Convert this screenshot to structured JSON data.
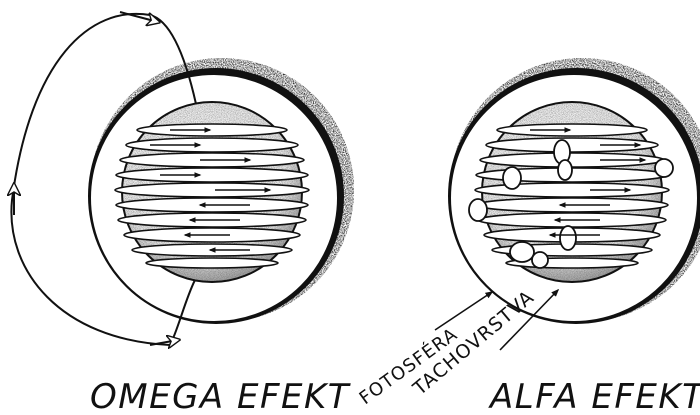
{
  "labels": {
    "left_caption": "OMEGA EFEKT",
    "right_caption": "ALFA EFEKT",
    "photosphere": "FOTOSFÉRA",
    "tachocline": "TACHOVRSTVA"
  },
  "icons": {
    "left_sun": "sun-sphere-with-toroidal-field-lines",
    "right_sun": "sun-sphere-with-twisted-field-loops",
    "poloidal_loop": "poloidal-field-loop-with-arrows"
  },
  "colors": {
    "ink": "#111111",
    "paper": "#ffffff",
    "shadow": "#1a1a1a"
  }
}
